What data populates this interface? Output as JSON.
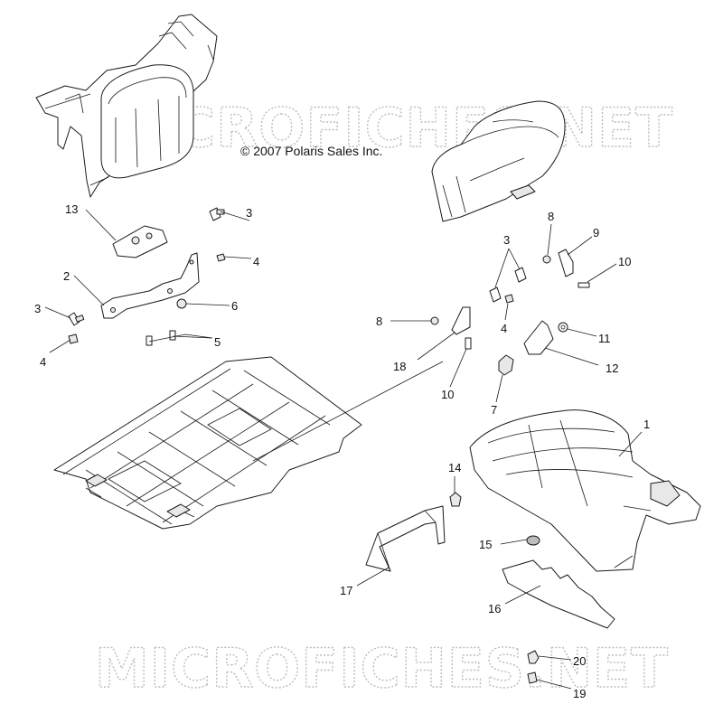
{
  "copyright": "© 2007 Polaris Sales Inc.",
  "watermark": "MICROFICHES.NET",
  "callouts": {
    "c1": "1",
    "c2": "2",
    "c3a": "3",
    "c3b": "3",
    "c3c": "3",
    "c4a": "4",
    "c4b": "4",
    "c4c": "4",
    "c5": "5",
    "c6": "6",
    "c7": "7",
    "c8a": "8",
    "c8b": "8",
    "c9": "9",
    "c10a": "10",
    "c10b": "10",
    "c11": "11",
    "c12": "12",
    "c13": "13",
    "c14": "14",
    "c15": "15",
    "c16": "16",
    "c17": "17",
    "c18": "18",
    "c19": "19",
    "c20": "20"
  }
}
